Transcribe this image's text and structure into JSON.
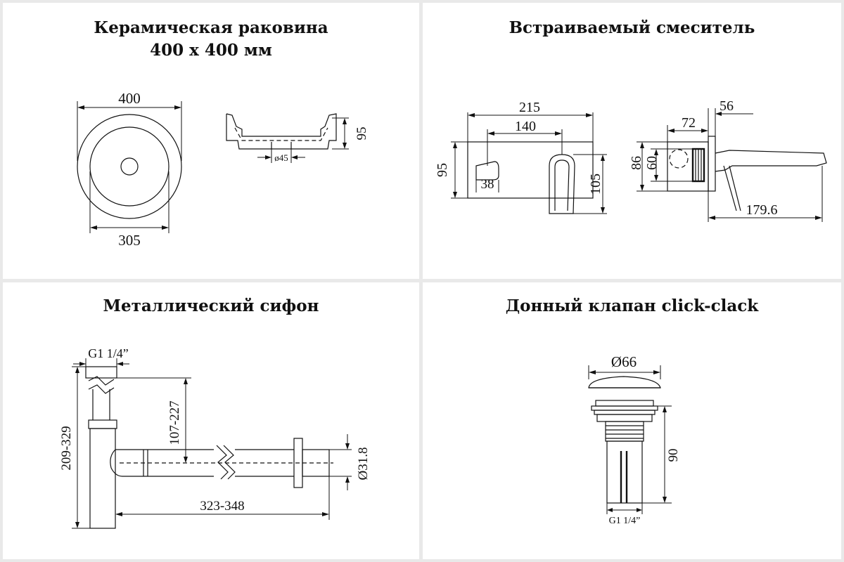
{
  "panels": {
    "sink": {
      "title_line1": "Керамическая раковина",
      "title_line2": "400 х 400 мм",
      "dim_outer": "400",
      "dim_inner": "305",
      "dim_height": "95",
      "dim_drain": "ø45"
    },
    "mixer": {
      "title": "Встраиваемый смеситель",
      "dim_width": "215",
      "dim_spacing": "140",
      "dim_height_left": "95",
      "dim_handle": "38",
      "dim_height_right": "105",
      "dim_depth": "56",
      "dim_box": "72",
      "dim_plate": "86",
      "dim_round": "60",
      "dim_spout": "179.6"
    },
    "siphon": {
      "title": "Металлический сифон",
      "dim_thread": "G1 1/4”",
      "dim_height_range": "209-329",
      "dim_vertical_range": "107-227",
      "dim_length_range": "323-348",
      "dim_pipe": "Ø31.8"
    },
    "valve": {
      "title": "Донный клапан click-clack",
      "dim_cap": "Ø66",
      "dim_height": "90",
      "dim_thread": "G1 1/4”"
    }
  }
}
